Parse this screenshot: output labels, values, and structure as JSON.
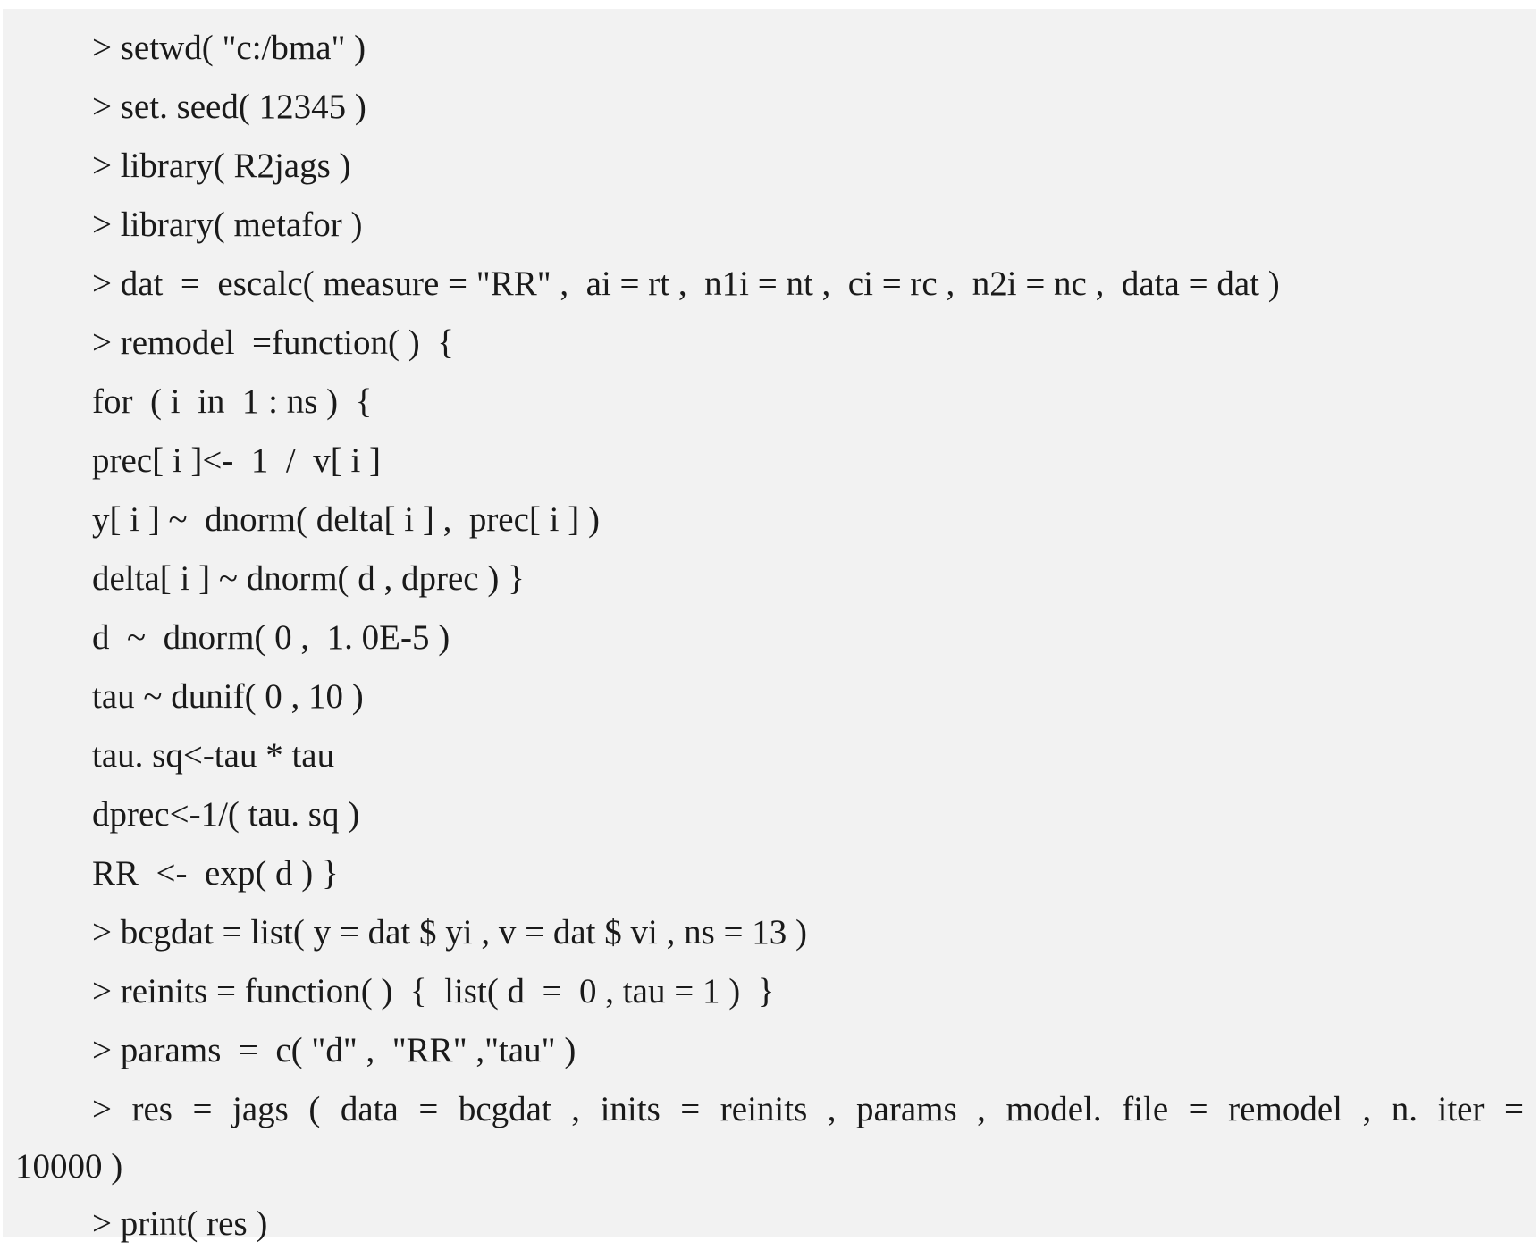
{
  "code_lines": [
    "> setwd( \"c:/bma\" )",
    "> set. seed( 12345 )",
    "> library( R2jags )",
    "> library( metafor )",
    "> dat  =  escalc( measure = \"RR\" ,  ai = rt ,  n1i = nt ,  ci = rc ,  n2i = nc ,  data = dat )",
    "> remodel  =function( )  {",
    "for  ( i  in  1 : ns )  {",
    "prec[ i ]<-  1  /  v[ i ]",
    "y[ i ] ~  dnorm( delta[ i ] ,  prec[ i ] )",
    "delta[ i ] ~ dnorm( d , dprec ) }",
    "d  ~  dnorm( 0 ,  1. 0E-5 )",
    "tau ~ dunif( 0 , 10 )",
    "tau. sq<-tau * tau",
    "dprec<-1/( tau. sq )",
    "RR  <-  exp( d ) }",
    "> bcgdat = list( y = dat $ yi , v = dat $ vi , ns = 13 )",
    "> reinits = function( )  {  list( d  =  0 , tau = 1 )  }",
    "> params  =  c( \"d\" ,  \"RR\" ,\"tau\" )",
    "> res = jags ( data  =  bcgdat ,  inits  =  reinits ,  params ,  model. file  = remodel ,  n. iter  =",
    "10000 )",
    "> print( res )"
  ]
}
